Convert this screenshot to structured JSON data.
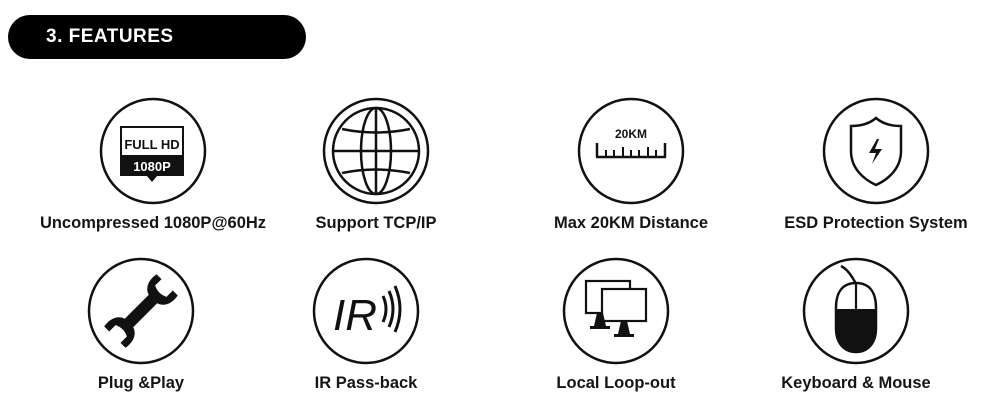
{
  "header": {
    "title": "3.  FEATURES"
  },
  "features": [
    {
      "label": "Uncompressed 1080P@60Hz",
      "icon": "full-hd-1080p-icon",
      "icon_text_top": "FULL HD",
      "icon_text_bottom": "1080P"
    },
    {
      "label": "Support TCP/IP",
      "icon": "globe-icon"
    },
    {
      "label": "Max 20KM Distance",
      "icon": "ruler-distance-icon",
      "icon_text": "20KM"
    },
    {
      "label": "ESD Protection System",
      "icon": "shield-lightning-icon"
    },
    {
      "label": "Plug &Play",
      "icon": "wrench-icon"
    },
    {
      "label": "IR Pass-back",
      "icon": "ir-signal-icon",
      "icon_text": "IR"
    },
    {
      "label": "Local Loop-out",
      "icon": "dual-monitor-icon"
    },
    {
      "label": "Keyboard & Mouse",
      "icon": "mouse-icon"
    }
  ]
}
